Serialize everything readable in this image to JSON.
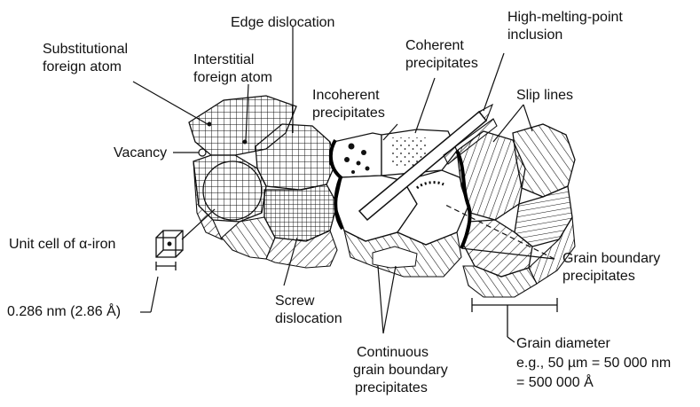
{
  "colors": {
    "ink": "#111111",
    "background": "#ffffff",
    "boundary": "#000000"
  },
  "labels": {
    "substitutional_1": "Substitutional",
    "substitutional_2": "foreign atom",
    "edge_dislocation": "Edge dislocation",
    "high_melting_1": "High-melting-point",
    "high_melting_2": "inclusion",
    "interstitial_1": "Interstitial",
    "interstitial_2": "foreign atom",
    "coherent_1": "Coherent",
    "coherent_2": "precipitates",
    "incoherent_1": "Incoherent",
    "incoherent_2": "precipitates",
    "slip_lines": "Slip lines",
    "vacancy": "Vacancy",
    "unit_cell": "Unit cell of α-iron",
    "lattice_constant": "0.286 nm (2.86 Å)",
    "grain_boundary_prec_1": "Grain boundary",
    "grain_boundary_prec_2": "precipitates",
    "screw_1": "Screw",
    "screw_2": "dislocation",
    "continuous_1": "Continuous",
    "continuous_2": "grain boundary",
    "continuous_3": "precipitates",
    "grain_diameter_1": "Grain diameter",
    "grain_diameter_2": "e.g., 50 µm = 50 000 nm",
    "grain_diameter_3": "= 500 000 Å"
  }
}
